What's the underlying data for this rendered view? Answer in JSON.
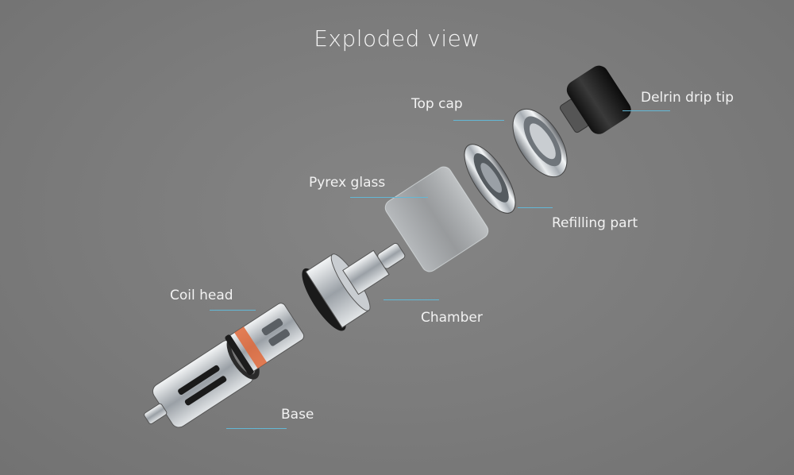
{
  "title": "Exploded view",
  "parts": {
    "delrin_drip_tip": "Delrin drip tip",
    "top_cap": "Top cap",
    "pyrex_glass": "Pyrex glass",
    "refilling_part": "Refilling part",
    "coil_head": "Coil head",
    "chamber": "Chamber",
    "base": "Base"
  },
  "colors": {
    "background": "#7b7b7b",
    "leader_line": "#63b8d6",
    "label_text": "#f2f2f2"
  }
}
